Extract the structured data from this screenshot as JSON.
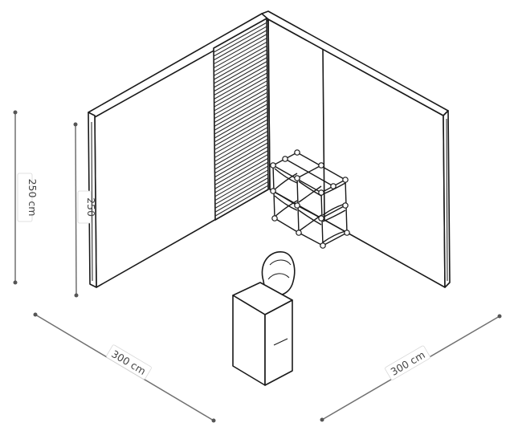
{
  "dimensions": {
    "height_outer": "250 cm",
    "height_inner": "250",
    "width_left": "300 cm",
    "width_right": "300 cm"
  }
}
